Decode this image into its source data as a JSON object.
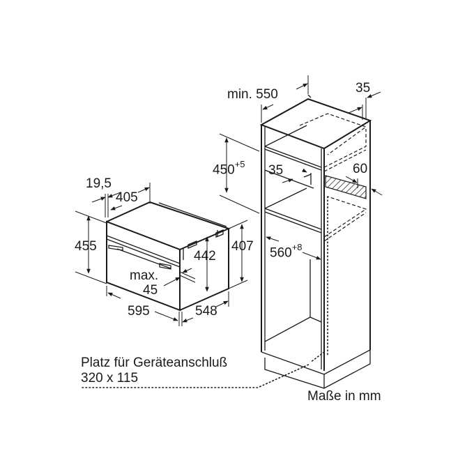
{
  "diagram": {
    "type": "installation-dimension-drawing",
    "units_note": "Maße in mm",
    "connection_note": {
      "line1": "Platz für Geräteanschluß",
      "line2": "320 x 115"
    },
    "appliance": {
      "labels": {
        "depth_offset": "19,5",
        "top_depth": "405",
        "front_height": "455",
        "body_height": "442",
        "rear_height": "407",
        "max_label": "max.",
        "max_value": "45",
        "width": "595",
        "depth": "548"
      }
    },
    "cabinet": {
      "labels": {
        "min_depth": "min. 550",
        "back_gap": "35",
        "niche_height": "450",
        "niche_height_tol": "+5",
        "shelf_gap": "35",
        "vent_depth": "60",
        "niche_width": "560",
        "niche_width_tol": "+8"
      }
    },
    "colors": {
      "line": "#1a1a1a",
      "background": "#ffffff"
    }
  }
}
